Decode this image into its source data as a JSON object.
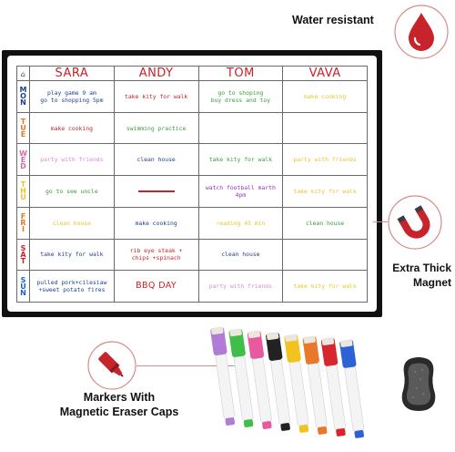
{
  "labels": {
    "water": "Water resistant",
    "magnet_line1": "Extra Thick",
    "magnet_line2": "Magnet",
    "markers_line1": "Markers With",
    "markers_line2": "Magnetic Eraser Caps"
  },
  "planner": {
    "columns": [
      "SARA",
      "ANDY",
      "TOM",
      "VAVA"
    ],
    "column_colors": [
      "#c8222b",
      "#c8222b",
      "#c8222b",
      "#c8222b"
    ],
    "days": [
      {
        "letters": [
          "M",
          "O",
          "N"
        ],
        "color": "#1f3f8c"
      },
      {
        "letters": [
          "T",
          "U",
          "E"
        ],
        "color": "#e07a2a"
      },
      {
        "letters": [
          "W",
          "E",
          "D"
        ],
        "color": "#d66aa8"
      },
      {
        "letters": [
          "T",
          "H",
          "U"
        ],
        "color": "#e8c52a"
      },
      {
        "letters": [
          "F",
          "R",
          "I"
        ],
        "color": "#e07a2a"
      },
      {
        "letters": [
          "S",
          "A",
          "T"
        ],
        "color": "#c8222b"
      },
      {
        "letters": [
          "S",
          "U",
          "N"
        ],
        "color": "#1f5fc8"
      }
    ],
    "rows": [
      [
        {
          "text": "play game 9 am\ngo to shopping 5pm",
          "color": "#1f3f8c"
        },
        {
          "text": "take kity for walk",
          "color": "#c8222b"
        },
        {
          "text": "go to shoping\nbuy dress and toy",
          "color": "#3a9b3c"
        },
        {
          "text": "make cooking",
          "color": "#e8c52a"
        }
      ],
      [
        {
          "text": "make cooking",
          "color": "#c8222b"
        },
        {
          "text": "swimming practice",
          "color": "#3a9b3c"
        },
        {
          "text": "",
          "color": "#000000"
        },
        {
          "text": "",
          "color": "#000000"
        }
      ],
      [
        {
          "text": "party with friends",
          "color": "#d98ad1"
        },
        {
          "text": "clean house",
          "color": "#1f3f8c"
        },
        {
          "text": "take kity for walk",
          "color": "#3a9b3c"
        },
        {
          "text": "party with friends",
          "color": "#e8c52a"
        }
      ],
      [
        {
          "text": "go to see uncle",
          "color": "#3a9b3c"
        },
        {
          "text": "",
          "color": "#c8222b",
          "dash": true
        },
        {
          "text": "watch football marth\n4pm",
          "color": "#8a3ab9"
        },
        {
          "text": "take kity for walk",
          "color": "#e8c52a"
        }
      ],
      [
        {
          "text": "clean house",
          "color": "#e8c52a"
        },
        {
          "text": "make cooking",
          "color": "#1f3f8c"
        },
        {
          "text": "reading 45 min",
          "color": "#e8c52a"
        },
        {
          "text": "clean house",
          "color": "#3a9b3c"
        }
      ],
      [
        {
          "text": "take kity for walk",
          "color": "#1f3f8c"
        },
        {
          "text": "rib eye steak +\nchips +spinach",
          "color": "#c8222b"
        },
        {
          "text": "clean house",
          "color": "#1f3f8c"
        },
        {
          "text": "",
          "color": "#000000"
        }
      ],
      [
        {
          "text": "pulled pork+cilesiaw\n+sweet potato fires",
          "color": "#1f3f8c"
        },
        {
          "text": "BBQ DAY",
          "color": "#c8222b",
          "big": true
        },
        {
          "text": "party with friends",
          "color": "#d98ad1"
        },
        {
          "text": "take kity for walk",
          "color": "#e8c52a"
        }
      ]
    ]
  },
  "icons": {
    "drop": "water-drop-icon",
    "magnet": "horseshoe-magnet-icon",
    "marker": "marker-icon",
    "accent": "#c8222b"
  },
  "marker_colors": [
    "#b07cd6",
    "#3fbf4a",
    "#e85aa0",
    "#222222",
    "#f2c21f",
    "#e8782a",
    "#d8262e",
    "#2d62d6"
  ]
}
